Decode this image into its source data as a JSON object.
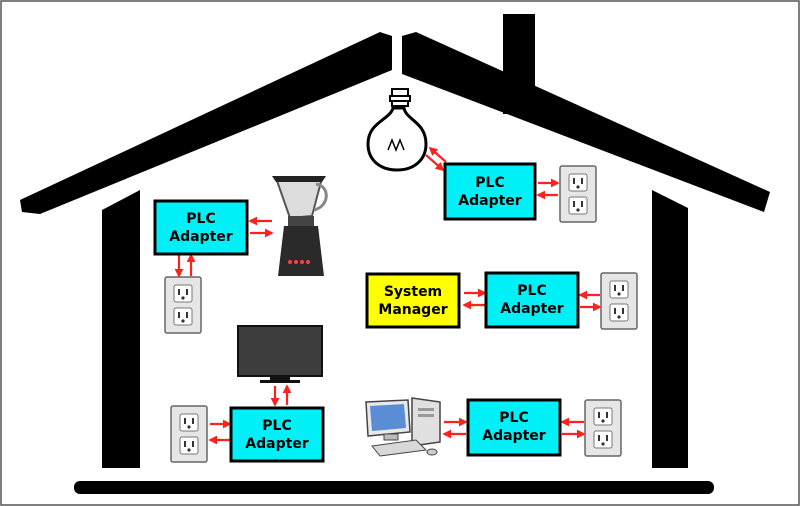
{
  "colors": {
    "adapter_fill": "#00f0f8",
    "manager_fill": "#ffff00",
    "arrow": "#ff2020",
    "structure": "#000000",
    "outlet_plate": "#e6e6e6",
    "tv_screen": "#3d3d3d"
  },
  "adapters": [
    {
      "name": "adapter-near-bulb",
      "line1": "PLC",
      "line2": "Adapter"
    },
    {
      "name": "adapter-near-blender",
      "line1": "PLC",
      "line2": "Adapter"
    },
    {
      "name": "adapter-near-manager",
      "line1": "PLC",
      "line2": "Adapter"
    },
    {
      "name": "adapter-near-tv",
      "line1": "PLC",
      "line2": "Adapter"
    },
    {
      "name": "adapter-near-computer",
      "line1": "PLC",
      "line2": "Adapter"
    }
  ],
  "system_manager": {
    "line1": "System",
    "line2": "Manager"
  },
  "icons": [
    "house-outline-icon",
    "chimney-icon",
    "light-bulb-icon",
    "blender-icon",
    "television-icon",
    "desktop-computer-icon",
    "wall-outlet-icon"
  ]
}
